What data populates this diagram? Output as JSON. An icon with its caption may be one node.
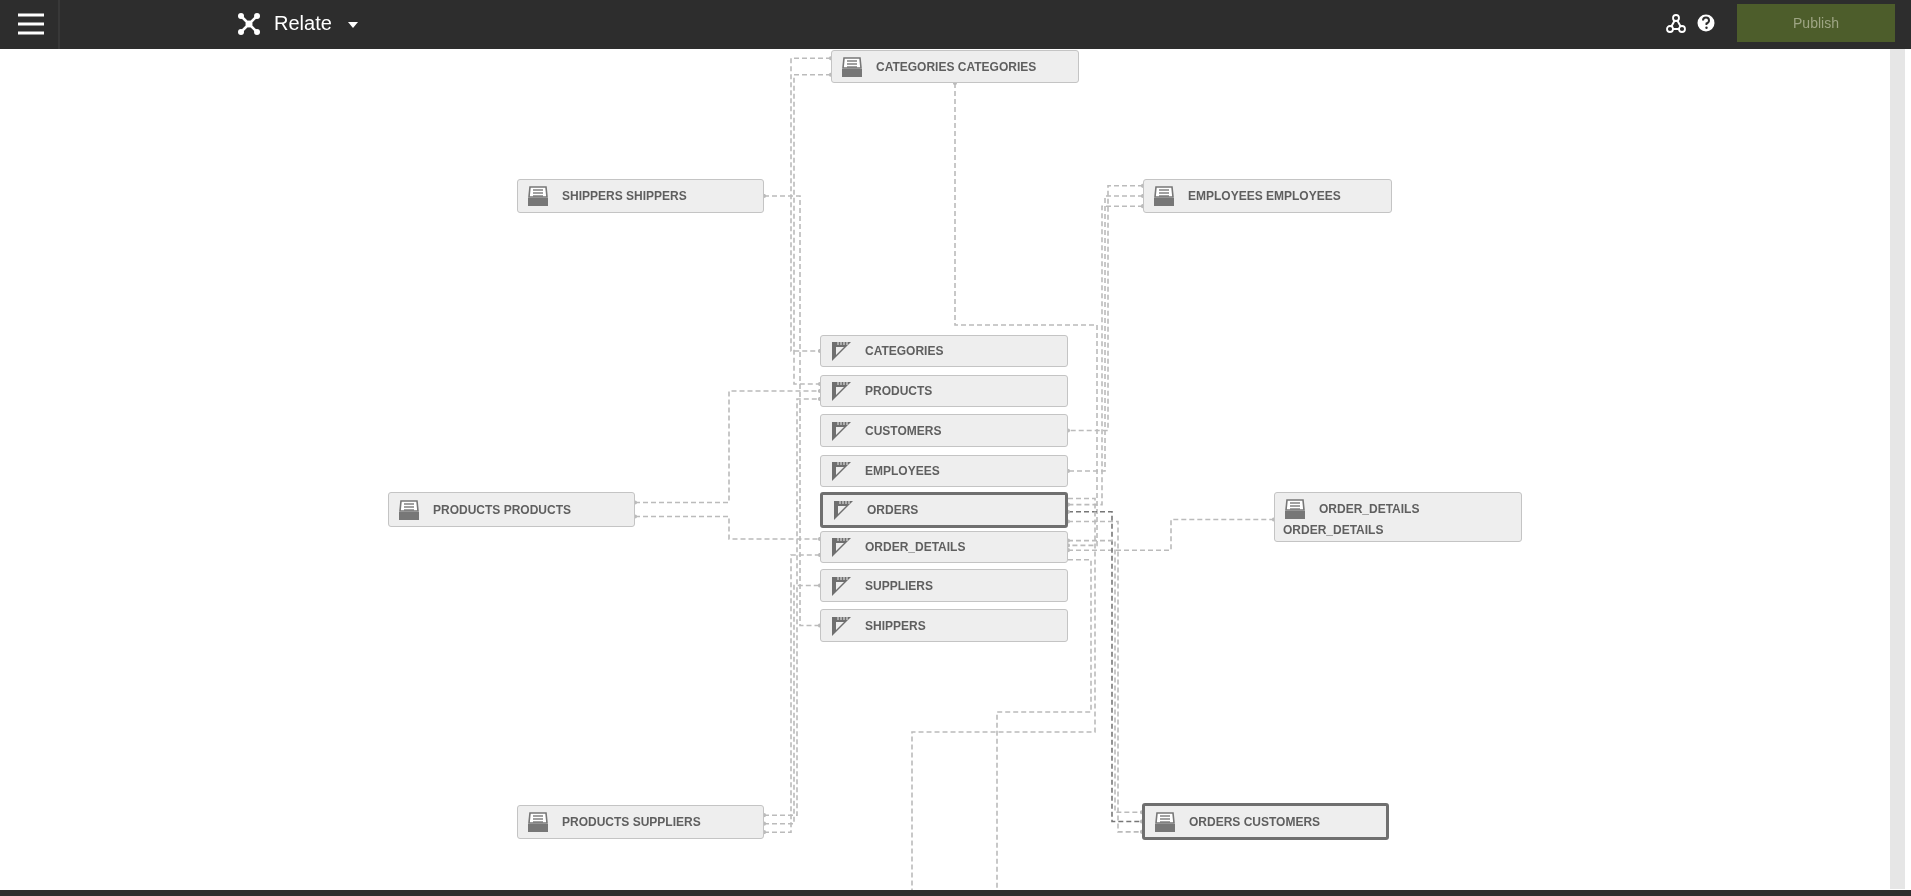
{
  "diagram": {
    "nodes": [
      {
        "text": [
          "CATEGORIES CATEGORIES"
        ]
      },
      {
        "text": [
          "SHIPPERS SHIPPERS"
        ]
      },
      {
        "text": [
          "EMPLOYEES EMPLOYEES"
        ]
      },
      {
        "text": [
          "CATEGORIES"
        ]
      },
      {
        "text": [
          "PRODUCTS"
        ]
      },
      {
        "text": [
          "CUSTOMERS"
        ]
      },
      {
        "text": [
          "EMPLOYEES"
        ]
      },
      {
        "text": [
          "ORDERS"
        ]
      },
      {
        "text": [
          "PRODUCTS PRODUCTS"
        ]
      },
      {
        "text": [
          "ORDER_DETAILS"
        ]
      },
      {
        "text": [
          "ORDER_DETAILS",
          "ORDER_DETAILS"
        ]
      },
      {
        "text": [
          "SUPPLIERS"
        ]
      },
      {
        "text": [
          "SHIPPERS"
        ]
      },
      {
        "text": [
          "PRODUCTS SUPPLIERS"
        ]
      },
      {
        "text": [
          "ORDERS CUSTOMERS"
        ]
      }
    ],
    "edges": [
      {
        "from": 0,
        "to": 3,
        "arrow": "other"
      },
      {
        "from": 0,
        "to": 4,
        "arrow": "other"
      },
      {
        "from": 0,
        "to": 9,
        "arrow": "other"
      },
      {
        "from": 1,
        "to": 12,
        "arrow": "other"
      },
      {
        "from": 2,
        "to": 5,
        "arrow": "other"
      },
      {
        "from": 2,
        "to": 6,
        "arrow": "other"
      },
      {
        "from": 2,
        "to": 7,
        "arrow": "other"
      },
      {
        "from": 8,
        "to": 4,
        "arrow": "other"
      },
      {
        "from": 8,
        "to": 9,
        "arrow": "other"
      },
      {
        "from": 9,
        "to": 10,
        "arrow": "other"
      },
      {
        "from": 13,
        "to": 4,
        "arrow": "other"
      },
      {
        "from": 13,
        "to": 11,
        "arrow": "other"
      },
      {
        "from": 13,
        "to": 9,
        "arrow": "other"
      },
      {
        "from": 7,
        "to": 14,
        "arrow": "other",
        "color": "#777777"
      },
      {
        "from": 9,
        "to": 14,
        "arrow": "other"
      },
      {
        "from": 7,
        "to": 14,
        "arrow": "other"
      },
      {
        "from": 9,
        "to": null,
        "arrow": "none"
      },
      {
        "from": 7,
        "to": null,
        "arrow": "none"
      }
    ],
    "labels": [
      "Relate",
      "Publish"
    ]
  }
}
